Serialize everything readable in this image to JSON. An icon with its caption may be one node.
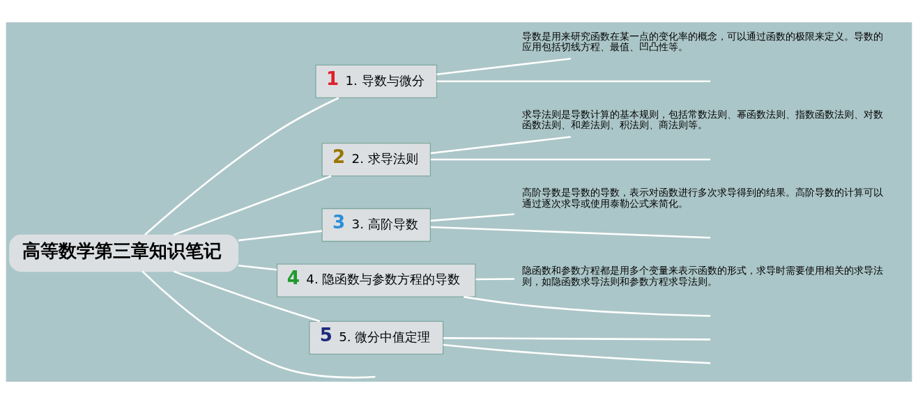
{
  "diagram": {
    "nodes": [
      {
        "text": [
          "高等数学第三章知识笔记"
        ]
      },
      {
        "text": [
          "1",
          "1. 导数与微分"
        ]
      },
      {
        "text": [
          "导数是用来研究函数在某一点的变化率的概念，可以通过函数的极限来定义。导数的应用包括切线方程、最值、凹凸性等。"
        ]
      },
      {
        "text": [
          "2",
          "2. 求导法则"
        ]
      },
      {
        "text": [
          "求导法则是导数计算的基本规则，包括常数法则、幂函数法则、指数函数法则、对数函数法则、和差法则、积法则、商法则等。"
        ]
      },
      {
        "text": [
          "3",
          "3. 高阶导数"
        ]
      },
      {
        "text": [
          "高阶导数是导数的导数，表示对函数进行多次求导得到的结果。高阶导数的计算可以通过逐次求导或使用泰勒公式来简化。"
        ]
      },
      {
        "text": [
          "4",
          "4. 隐函数与参数方程的导数"
        ]
      },
      {
        "text": [
          "隐函数和参数方程都是用多个变量来表示函数的形式，求导时需要使用相关的求导法则，如隐函数求导法则和参数方程求导法则。"
        ]
      },
      {
        "text": [
          "5",
          "5. 微分中值定理"
        ]
      }
    ],
    "edges": [
      {
        "from": 0,
        "to": 1,
        "arrow": "none"
      },
      {
        "from": 1,
        "to": 2,
        "arrow": "none"
      },
      {
        "from": 1,
        "to": null,
        "arrow": "none"
      },
      {
        "from": 0,
        "to": 3,
        "arrow": "none"
      },
      {
        "from": 3,
        "to": 4,
        "arrow": "none"
      },
      {
        "from": 3,
        "to": null,
        "arrow": "none"
      },
      {
        "from": 0,
        "to": 5,
        "arrow": "none"
      },
      {
        "from": 5,
        "to": 6,
        "arrow": "none"
      },
      {
        "from": 5,
        "to": null,
        "arrow": "none"
      },
      {
        "from": 0,
        "to": 7,
        "arrow": "none"
      },
      {
        "from": 7,
        "to": 8,
        "arrow": "none"
      },
      {
        "from": 7,
        "to": null,
        "arrow": "none"
      },
      {
        "from": 0,
        "to": 9,
        "arrow": "none"
      },
      {
        "from": 9,
        "to": null,
        "arrow": "none"
      },
      {
        "from": 9,
        "to": null,
        "arrow": "none"
      },
      {
        "from": 0,
        "to": null,
        "arrow": "none"
      }
    ]
  }
}
